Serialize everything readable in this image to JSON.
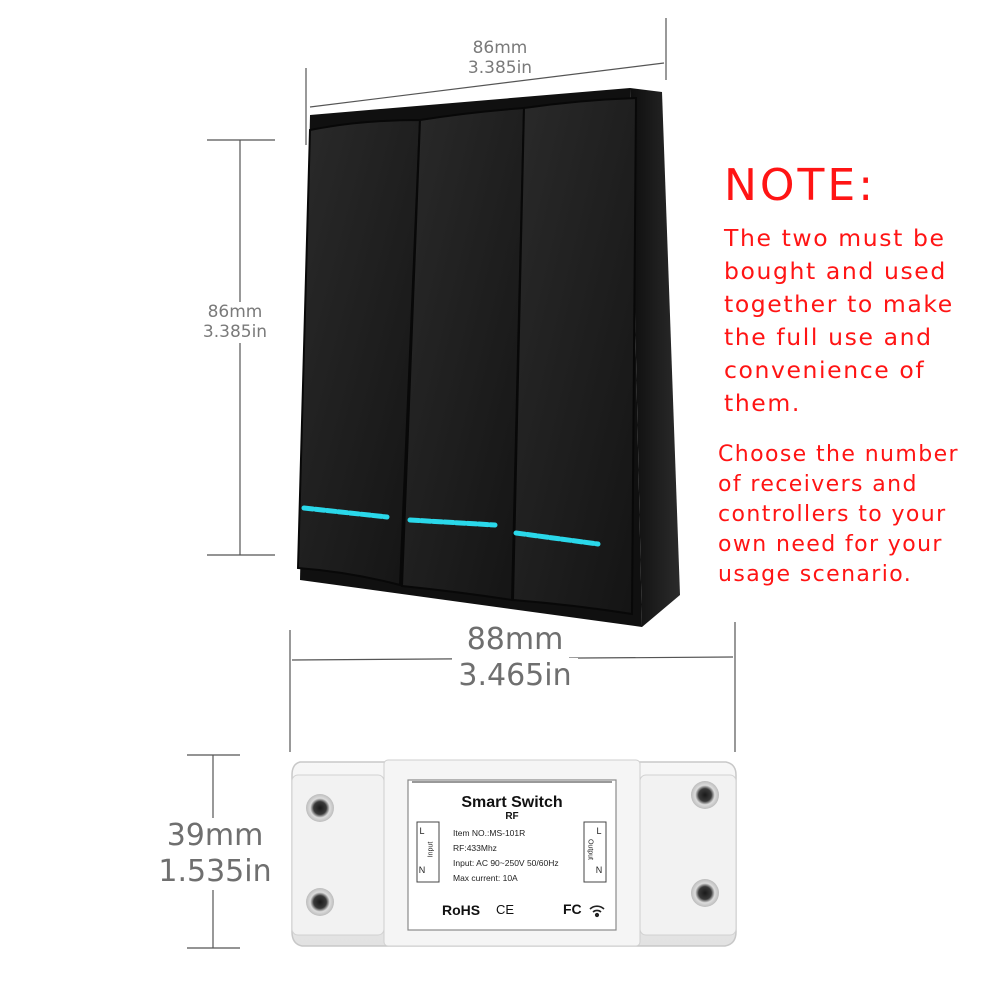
{
  "switch_dims": {
    "width_mm": "86mm",
    "width_in": "3.385in",
    "height_mm": "86mm",
    "height_in": "3.385in"
  },
  "receiver_dims": {
    "width_mm": "88mm",
    "width_in": "3.465in",
    "height_mm": "39mm",
    "height_in": "1.535in"
  },
  "note": {
    "title": "NOTE:",
    "paragraph1_lines": [
      "The two must be",
      "bought and used",
      "together to make",
      "the full use and",
      "convenience of",
      "them."
    ],
    "paragraph2_lines": [
      "Choose the number",
      "of receivers and",
      "controllers to your",
      "own need for your",
      "usage scenario."
    ]
  },
  "receiver_label": {
    "title": "Smart Switch",
    "subtitle": "RF",
    "item_no": "Item NO.:MS-101R",
    "rf": "RF:433Mhz",
    "input": "Input: AC 90~250V 50/60Hz",
    "max_current": "Max current: 10A",
    "left_L": "L",
    "left_N": "N",
    "left_side": "Input",
    "right_L": "L",
    "right_N": "N",
    "right_side": "Output",
    "rohs": "RoHS",
    "ce": "CE",
    "fc": "FC"
  },
  "colors": {
    "note_red": "#ff1414",
    "led_cyan": "#2ad8ea",
    "switch_black": "#1c1c1c"
  }
}
